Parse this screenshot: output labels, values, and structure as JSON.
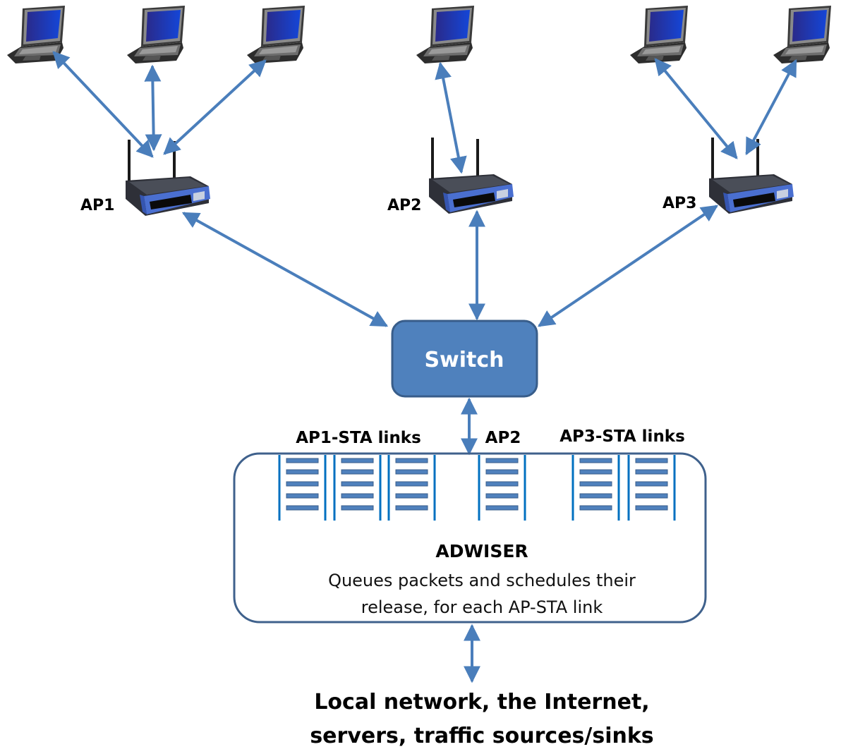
{
  "colors": {
    "arrow": "#4a7ebb",
    "switch_fill": "#4f81bd",
    "switch_stroke": "#385d8a",
    "box_stroke": "#3f618c",
    "queue_line": "#0070c0",
    "queue_bar": "#4f81bd",
    "queue_bar_stroke": "#385d8a"
  },
  "access_points": [
    {
      "id": "ap1",
      "label": "AP1",
      "stations": 3
    },
    {
      "id": "ap2",
      "label": "AP2",
      "stations": 1
    },
    {
      "id": "ap3",
      "label": "AP3",
      "stations": 2
    }
  ],
  "switch": {
    "label": "Switch"
  },
  "queues": {
    "groups": [
      {
        "label": "AP1-STA links",
        "count": 3
      },
      {
        "label": "AP2",
        "count": 1
      },
      {
        "label": "AP3-STA links",
        "count": 2
      }
    ],
    "packets_per_queue": 5
  },
  "adwiser": {
    "title": "ADWISER",
    "description_line1": "Queues packets and schedules their",
    "description_line2": "release, for each AP-STA link"
  },
  "external": {
    "line1": "Local network, the Internet,",
    "line2": "servers, traffic sources/sinks"
  },
  "icons": {
    "station": "laptop-icon",
    "access_point": "wireless-router-icon"
  }
}
